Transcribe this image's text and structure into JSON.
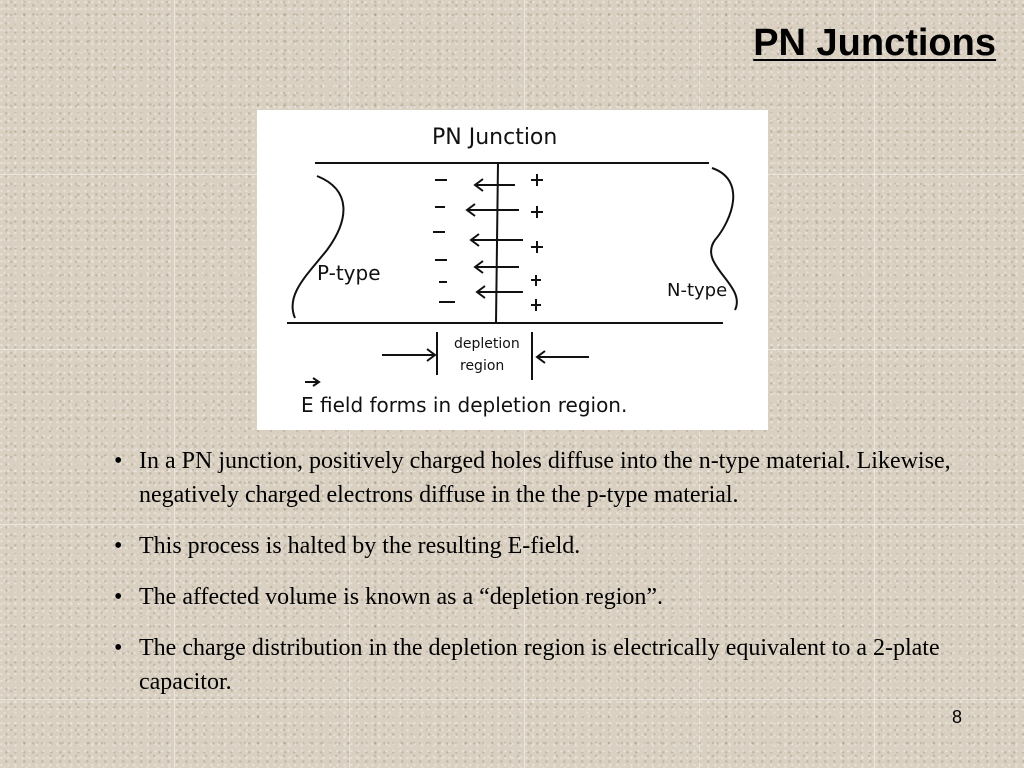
{
  "slide": {
    "title": "PN Junctions",
    "page_number": "8"
  },
  "figure": {
    "heading": "PN Junction",
    "left_label": "P-type",
    "right_label": "N-type",
    "depletion_label_line1": "depletion",
    "depletion_label_line2": "region",
    "caption": "E field forms in depletion region.",
    "field_symbol": "E"
  },
  "bullets": [
    {
      "text": "In a PN junction, positively charged holes diffuse into the n-type material. Likewise, negatively charged electrons diffuse in the the p-type material."
    },
    {
      "text": "This process is halted by the resulting E-field."
    },
    {
      "text": "The affected volume is known as a “depletion region”."
    },
    {
      "text": "The charge distribution in the depletion region is electrically equivalent to a 2-plate capacitor."
    }
  ],
  "bullet_glyph": "•"
}
